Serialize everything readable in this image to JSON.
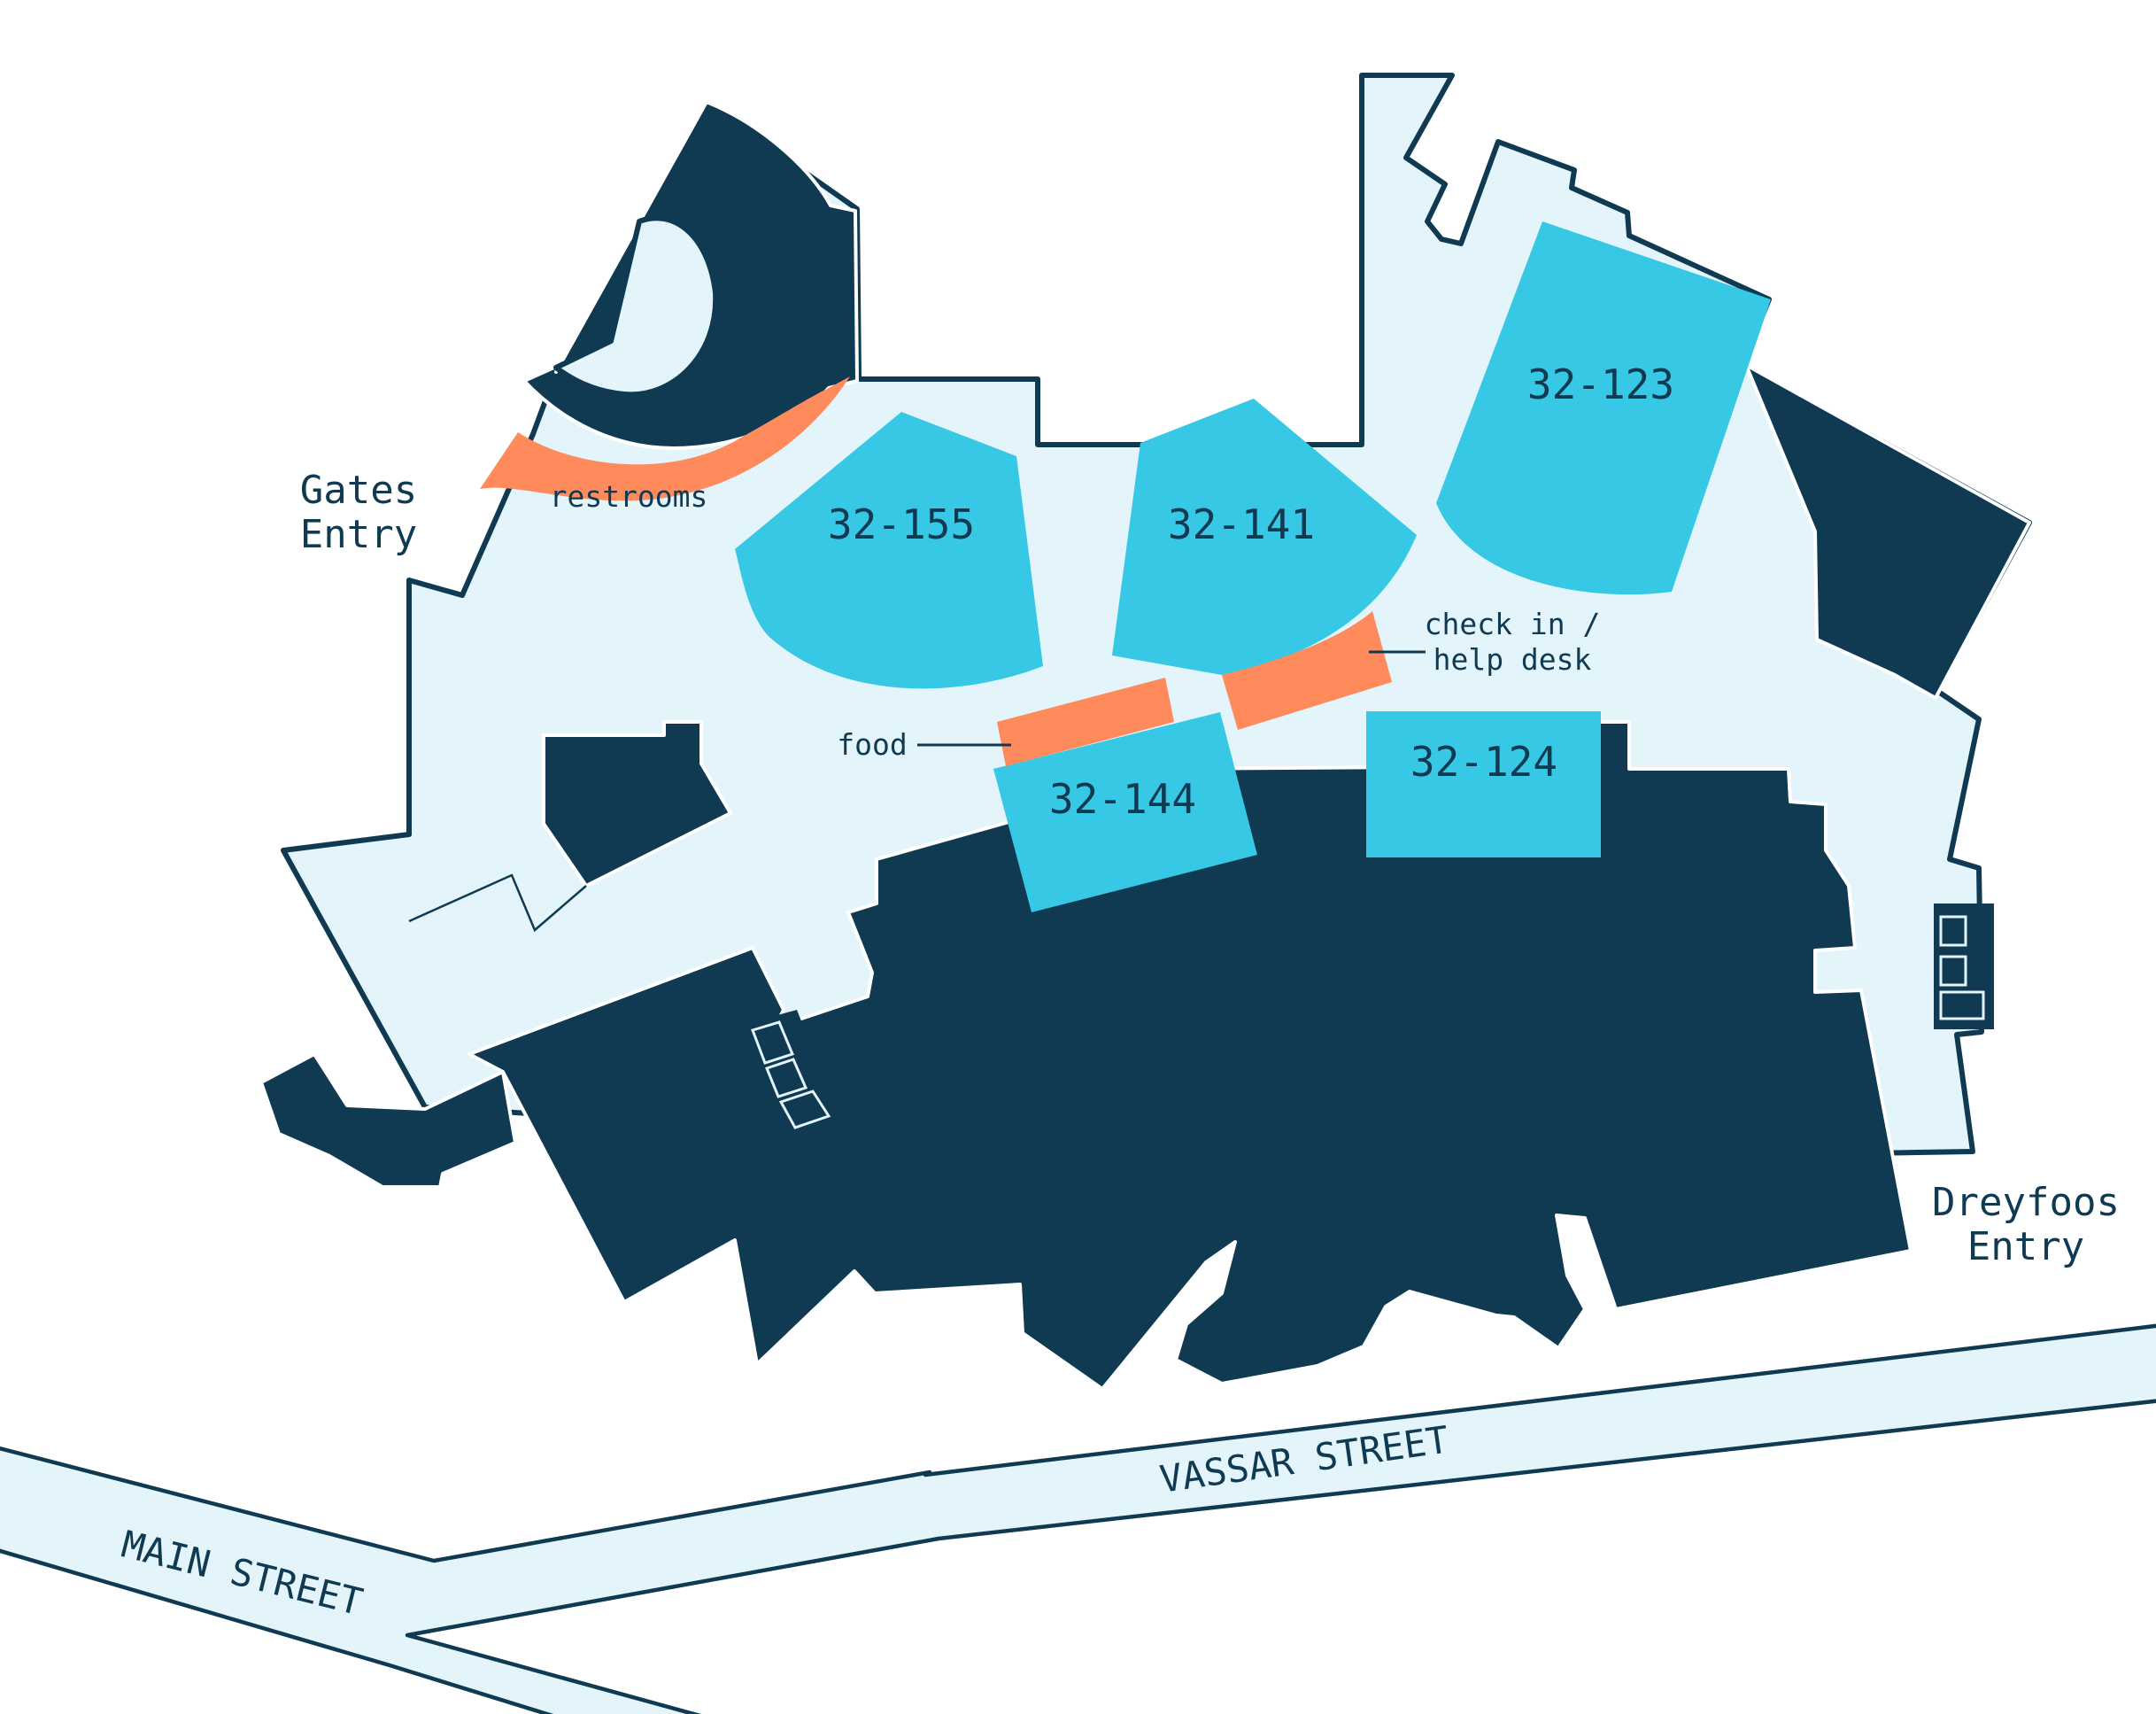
{
  "colors": {
    "navy": "#0f3a52",
    "floor": "#e3f4fb",
    "room": "#36c8e4",
    "amenity": "#ff8a5c"
  },
  "rooms": {
    "r155": "32-155",
    "r141": "32-141",
    "r123": "32-123",
    "r144": "32-144",
    "r124": "32-124"
  },
  "amenities": {
    "restrooms": "restrooms",
    "food": "food",
    "help_desk_line1": "check in /",
    "help_desk_line2": "help desk"
  },
  "entries": {
    "gates_line1": "Gates",
    "gates_line2": "Entry",
    "dreyfoos_line1": "Dreyfoos",
    "dreyfoos_line2": "Entry"
  },
  "streets": {
    "main": "MAIN STREET",
    "vassar": "VASSAR STREET"
  }
}
